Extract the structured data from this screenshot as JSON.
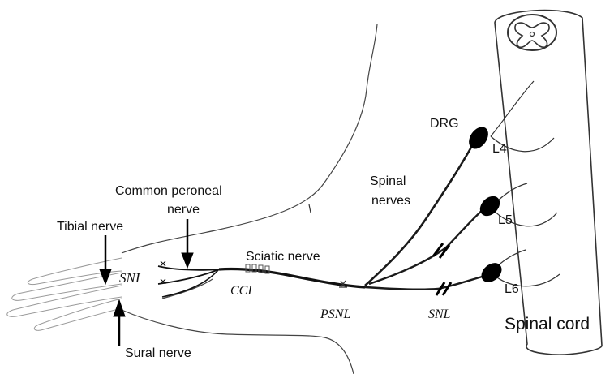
{
  "labels": {
    "drg": "DRG",
    "l4": "L4",
    "l5": "L5",
    "l6": "L6",
    "spinal_nerves_1": "Spinal",
    "spinal_nerves_2": "nerves",
    "common_peroneal_1": "Common peroneal",
    "common_peroneal_2": "nerve",
    "tibial": "Tibial nerve",
    "sciatic": "Sciatic nerve",
    "sni": "SNI",
    "cci": "CCI",
    "psnl": "PSNL",
    "snl": "SNL",
    "sural": "Sural nerve",
    "spinal_cord": "Spinal cord"
  },
  "colors": {
    "ink": "#111111",
    "outline": "#333333",
    "toes": "#9a9a9a"
  }
}
